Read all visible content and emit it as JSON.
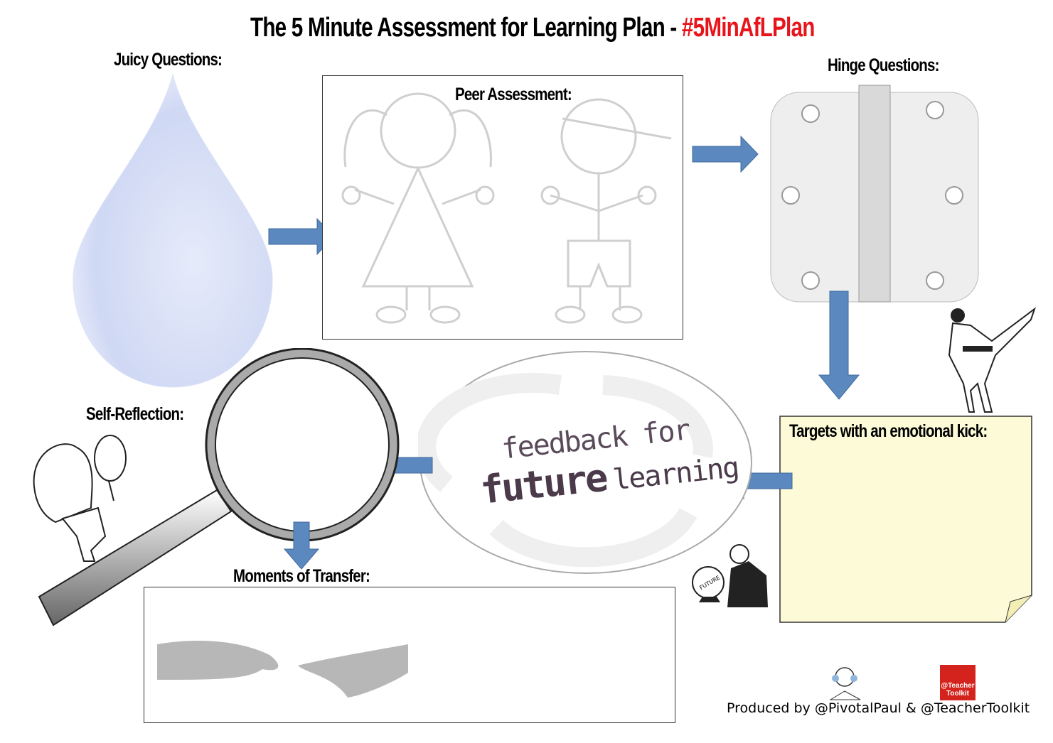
{
  "title": {
    "main": "The 5 Minute Assessment for Learning Plan - ",
    "hashtag": "#5MinAfLPlan",
    "hashtag_color": "#e8141b"
  },
  "sections": {
    "juicy_questions": "Juicy Questions:",
    "peer_assessment": "Peer Assessment:",
    "hinge_questions": "Hinge Questions:",
    "targets": "Targets with an emotional kick:",
    "self_reflection": "Self-Reflection:",
    "moments_of_transfer": "Moments of Transfer:"
  },
  "feedback_cycle": {
    "line1": "feedback for",
    "line2_big": "future",
    "line2_small": "learning"
  },
  "crystal_ball_text": "FUTURE",
  "footer": {
    "credit": "Produced by @PivotalPaul & @TeacherToolkit",
    "logo_line1": "@Teacher",
    "logo_line2": "Toolkit",
    "logo_color": "#d4231d"
  },
  "colors": {
    "arrow": "#5b88bf",
    "sticky_note": "#fdfbd7",
    "water_drop": "#d3dcf6"
  }
}
